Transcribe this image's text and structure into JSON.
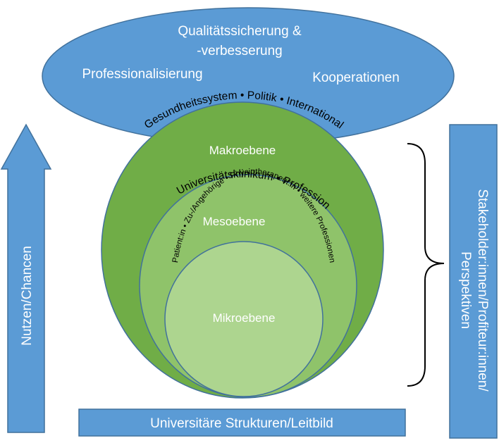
{
  "colors": {
    "top_ellipse": "#5b9bd5",
    "outline": "#41719c",
    "macro": "#70ad47",
    "meso": "#8fc36a",
    "micro": "#add58f",
    "bars": "#5b9bd5",
    "text_light": "#ffffff",
    "text_dark": "#000000"
  },
  "top": {
    "line1": "Qualitätssicherung &",
    "line2": "-verbesserung",
    "left": "Professionalisierung",
    "right": "Kooperationen"
  },
  "levels": {
    "macro": {
      "title": "Makroebene",
      "arc": "Gesundheitssystem • Politik • International"
    },
    "meso": {
      "title": "Mesoebene",
      "arc": "Universitätsklinikum • Profession"
    },
    "micro": {
      "title": "Mikroebene",
      "arc": "Patient:in • Zu-/Angehörige • Physiotherapeut:in • weitere Professionen"
    }
  },
  "left_arrow": {
    "label": "Nutzen/Chancen"
  },
  "right_box": {
    "line1": "Stakeholder:innen/Profiteur:innen/",
    "line2": "Perspektiven"
  },
  "bottom_bar": {
    "label": "Universitäre Strukturen/Leitbild"
  },
  "icons": {
    "right_brace": "curly-brace",
    "left_arrow": "up-arrow"
  }
}
